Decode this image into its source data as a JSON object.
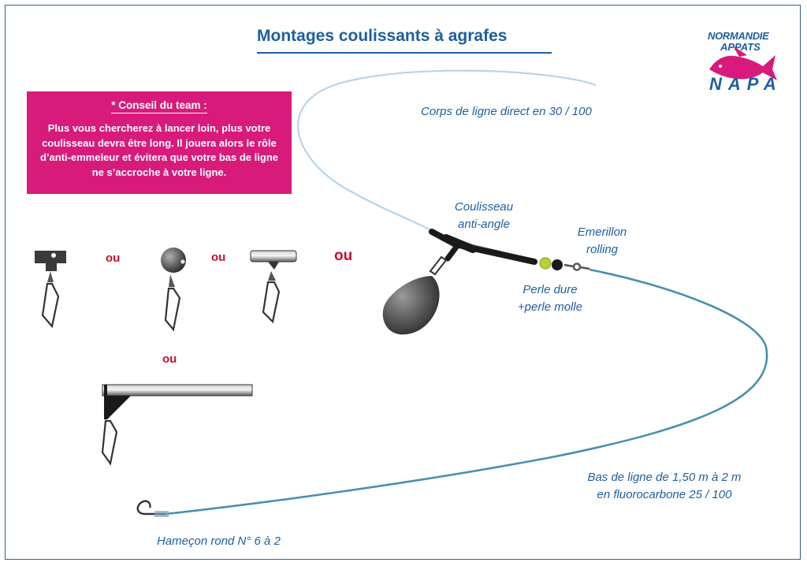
{
  "title": "Montages coulissants à agrafes",
  "logo": {
    "line1": "NORMANDIE",
    "line2": "APPATS",
    "line3": "NAPA",
    "icon": "fish-icon",
    "brand_color": "#d81a7a",
    "text_color": "#1d5fa0"
  },
  "tip": {
    "title": "* Conseil du team :",
    "body": "Plus vous chercherez à lancer loin, plus votre coulisseau devra être long. Il jouera alors le rôle d’anti-emmeleur et évitera que votre bas de ligne ne s’accroche à votre ligne.",
    "background": "#d81a7a"
  },
  "labels": {
    "main_line": "Corps de ligne direct en 30 / 100",
    "slider_line1": "Coulisseau",
    "slider_line2": "anti-angle",
    "swivel_line1": "Emerillon",
    "swivel_line2": "rolling",
    "beads_line1": "Perle dure",
    "beads_line2": "+perle molle",
    "leader_line1": "Bas de ligne de 1,50 m à 2 m",
    "leader_line2": "en fluorocarbone 25 / 100",
    "hook": "Hameçon rond N° 6 à 2"
  },
  "alternatives": {
    "or_1": "ou",
    "or_2": "ou",
    "or_3": "ou",
    "or_4": "ou"
  },
  "colors": {
    "text": "#1d5fa0",
    "or_text": "#c8102e",
    "main_line": "#b7d4e6",
    "leader_line": "#4a8fb0",
    "bead_hard": "#b5d335"
  }
}
